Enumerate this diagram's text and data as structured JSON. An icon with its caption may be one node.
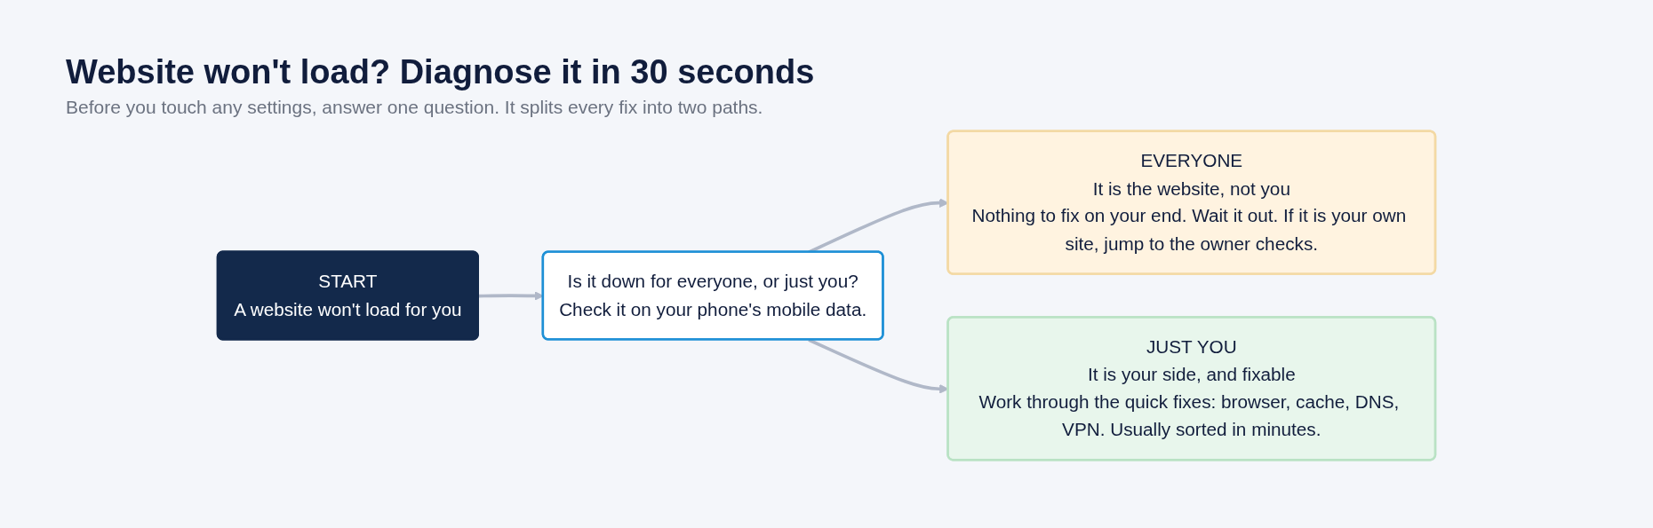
{
  "diagram": {
    "title": "Website won't load? Diagnose it in 30 seconds",
    "nodes": [
      {
        "text": [
          "START",
          "A website won't load for you"
        ]
      },
      {
        "text": [
          "Is it down for everyone, or just you?",
          "Check it on your phone's mobile data."
        ]
      },
      {
        "text": [
          "EVERYONE",
          "It is the website, not you",
          "Nothing to fix on your end. Wait it out. If it is your own site, jump to the owner checks."
        ]
      },
      {
        "text": [
          "JUST YOU",
          "It is your side, and fixable",
          "Work through the quick fixes: browser, cache, DNS, VPN. Usually sorted in minutes."
        ]
      }
    ],
    "edges": [
      {
        "from": 0,
        "to": 1,
        "arrow": "to"
      },
      {
        "from": 1,
        "to": 2,
        "arrow": "to"
      },
      {
        "from": 1,
        "to": 3,
        "arrow": "to"
      }
    ],
    "labels": [
      "Before you touch any settings, answer one question. It splits every fix into two paths."
    ]
  }
}
